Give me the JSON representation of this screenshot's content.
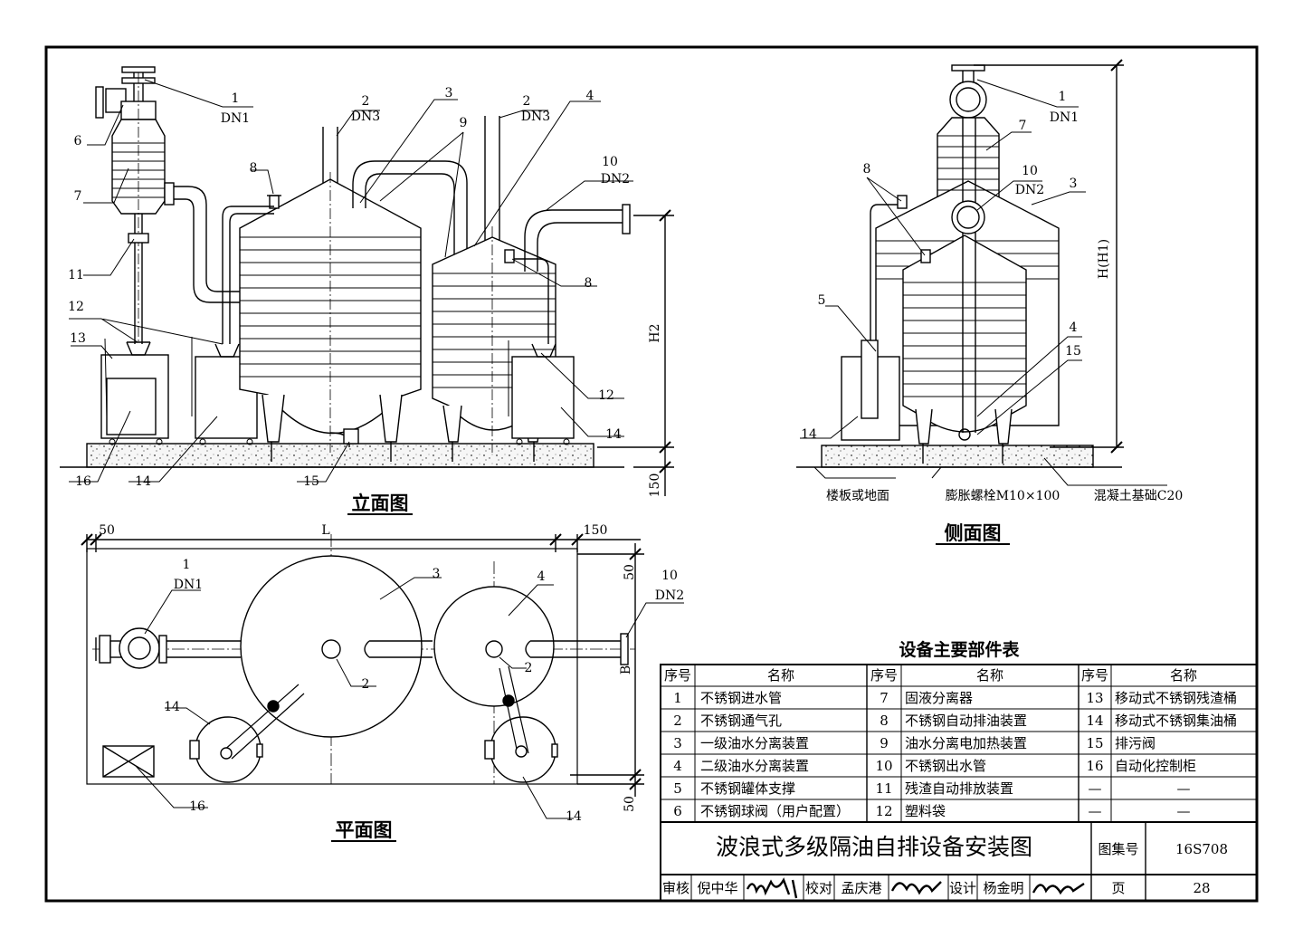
{
  "views": {
    "elevation": "立面图",
    "side": "侧面图",
    "plan": "平面图"
  },
  "callouts": {
    "elevation": [
      "1",
      "DN1",
      "6",
      "7",
      "11",
      "12",
      "13",
      "16",
      "14",
      "15",
      "2",
      "DN3",
      "3",
      "9",
      "2",
      "DN3",
      "4",
      "10",
      "DN2",
      "8",
      "8",
      "12",
      "14"
    ],
    "side": [
      "1",
      "DN1",
      "7",
      "8",
      "10",
      "DN2",
      "3",
      "5",
      "4",
      "15",
      "14"
    ],
    "plan": [
      "1",
      "DN1",
      "3",
      "4",
      "2",
      "2",
      "10",
      "DN2",
      "14",
      "14",
      "16"
    ]
  },
  "dimensions": {
    "h2": "H2",
    "h": "H(H1)",
    "base": "150",
    "L": "L",
    "left50": "50",
    "right150": "150",
    "top50": "50",
    "bottom50": "50",
    "B": "B"
  },
  "side_notes": {
    "floor": "楼板或地面",
    "bolt": "膨胀螺栓M10×100",
    "concrete": "混凝土基础C20"
  },
  "parts_table": {
    "title": "设备主要部件表",
    "headers": [
      "序号",
      "名称",
      "序号",
      "名称",
      "序号",
      "名称"
    ],
    "rows": [
      [
        "1",
        "不锈钢进水管",
        "7",
        "固液分离器",
        "13",
        "移动式不锈钢残渣桶"
      ],
      [
        "2",
        "不锈钢通气孔",
        "8",
        "不锈钢自动排油装置",
        "14",
        "移动式不锈钢集油桶"
      ],
      [
        "3",
        "一级油水分离装置",
        "9",
        "油水分离电加热装置",
        "15",
        "排污阀"
      ],
      [
        "4",
        "二级油水分离装置",
        "10",
        "不锈钢出水管",
        "16",
        "自动化控制柜"
      ],
      [
        "5",
        "不锈钢罐体支撑",
        "11",
        "残渣自动排放装置",
        "—",
        "—"
      ],
      [
        "6",
        "不锈钢球阀（用户配置）",
        "12",
        "塑料袋",
        "—",
        "—"
      ]
    ]
  },
  "title_block": {
    "drawing_title": "波浪式多级隔油自排设备安装图",
    "atlas_label": "图集号",
    "atlas_no": "16S708",
    "review_label": "审核",
    "reviewer": "倪中华",
    "check_label": "校对",
    "checker": "孟庆港",
    "design_label": "设计",
    "designer": "杨金明",
    "page_label": "页",
    "page_no": "28",
    "signatures": [
      "倪中华",
      "孟庆港",
      "杨金明"
    ]
  }
}
